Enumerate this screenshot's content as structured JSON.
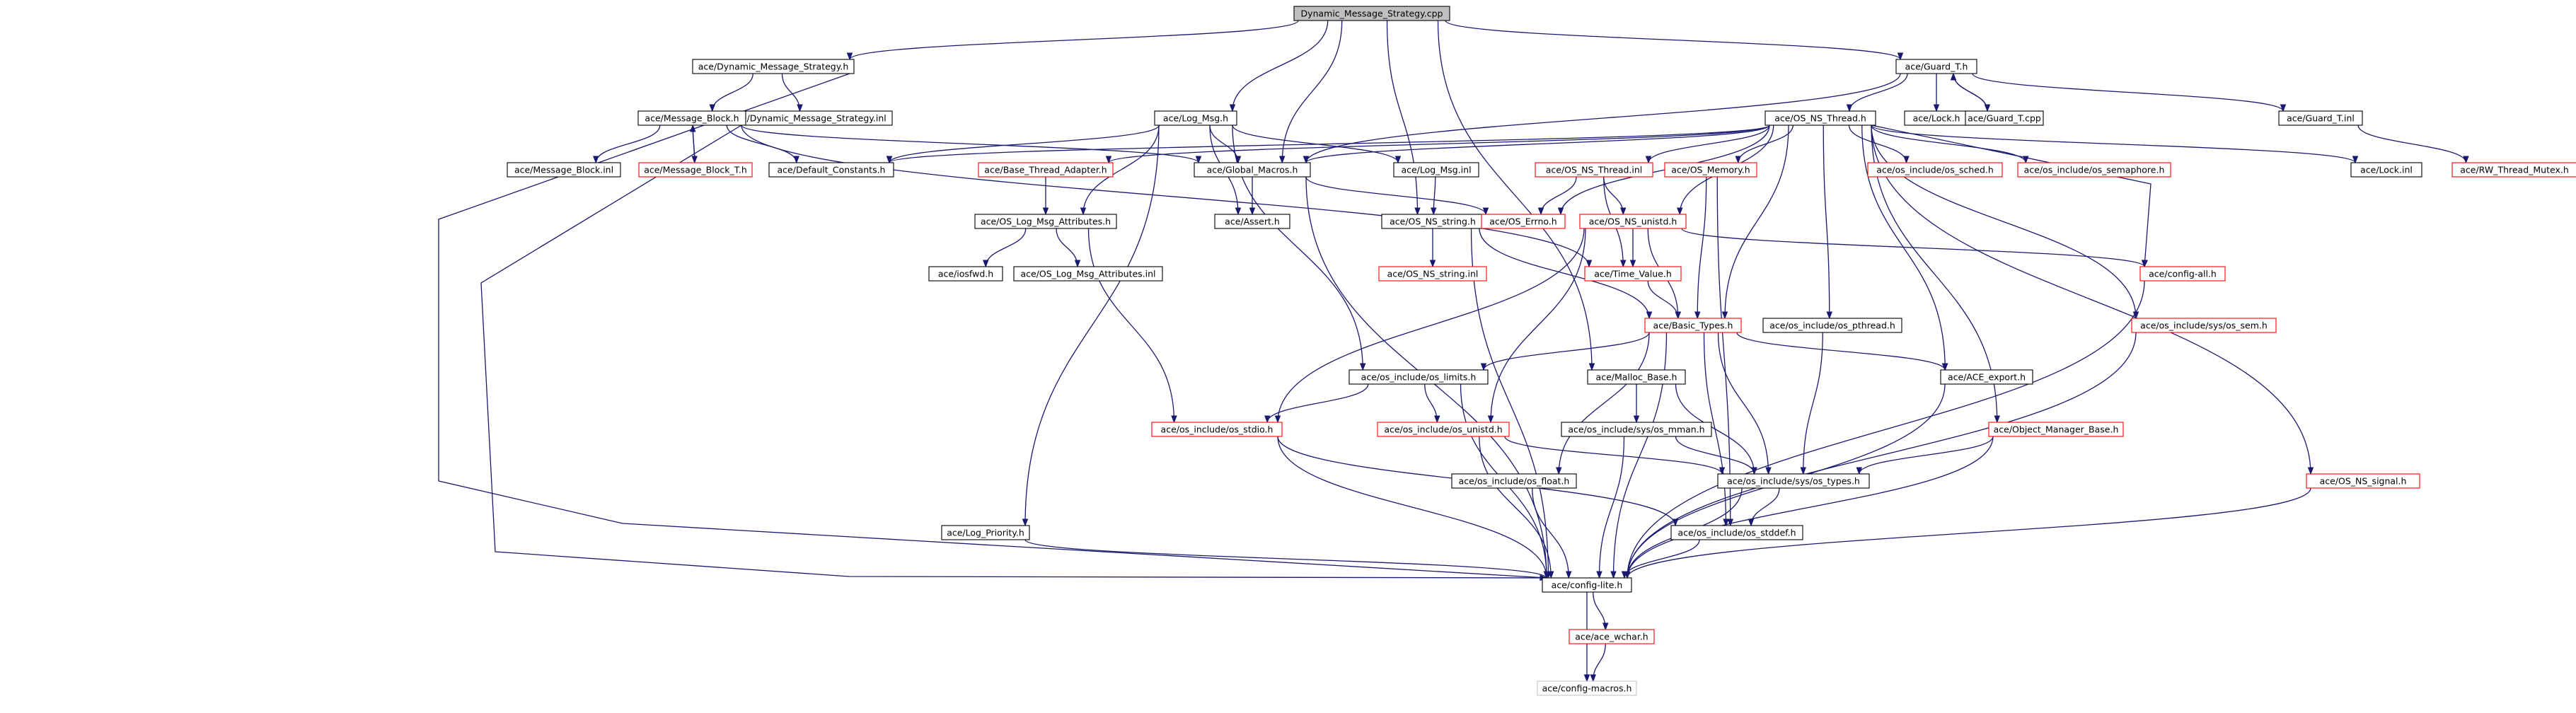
{
  "graph": {
    "nodes": [
      {
        "id": "root",
        "label": "Dynamic_Message_Strategy.cpp",
        "style": "root"
      },
      {
        "id": "dmsh",
        "label": "ace/Dynamic_Message_Strategy.h",
        "style": "normal"
      },
      {
        "id": "dmsinl",
        "label": "ace/Dynamic_Message_Strategy.inl",
        "style": "normal"
      },
      {
        "id": "mblock",
        "label": "ace/Message_Block.h",
        "style": "normal"
      },
      {
        "id": "mblockinl",
        "label": "ace/Message_Block.inl",
        "style": "normal"
      },
      {
        "id": "mblockt",
        "label": "ace/Message_Block_T.h",
        "style": "red"
      },
      {
        "id": "defconst",
        "label": "ace/Default_Constants.h",
        "style": "normal"
      },
      {
        "id": "logmsg",
        "label": "ace/Log_Msg.h",
        "style": "normal"
      },
      {
        "id": "bta",
        "label": "ace/Base_Thread_Adapter.h",
        "style": "red"
      },
      {
        "id": "globalmac",
        "label": "ace/Global_Macros.h",
        "style": "normal"
      },
      {
        "id": "logmsginl",
        "label": "ace/Log_Msg.inl",
        "style": "normal"
      },
      {
        "id": "oslogattr",
        "label": "ace/OS_Log_Msg_Attributes.h",
        "style": "normal"
      },
      {
        "id": "iosfwd",
        "label": "ace/iosfwd.h",
        "style": "normal"
      },
      {
        "id": "oslogattrinl",
        "label": "ace/OS_Log_Msg_Attributes.inl",
        "style": "normal"
      },
      {
        "id": "assert",
        "label": "ace/Assert.h",
        "style": "normal"
      },
      {
        "id": "osnsstring",
        "label": "ace/OS_NS_string.h",
        "style": "normal"
      },
      {
        "id": "osnsstringinl",
        "label": "ace/OS_NS_string.inl",
        "style": "red"
      },
      {
        "id": "guardt",
        "label": "ace/Guard_T.h",
        "style": "normal"
      },
      {
        "id": "osnsthread",
        "label": "ace/OS_NS_Thread.h",
        "style": "normal"
      },
      {
        "id": "lockh",
        "label": "ace/Lock.h",
        "style": "normal"
      },
      {
        "id": "guardtcpp",
        "label": "ace/Guard_T.cpp",
        "style": "normal"
      },
      {
        "id": "guardtinl",
        "label": "ace/Guard_T.inl",
        "style": "normal"
      },
      {
        "id": "osnsthreadinl",
        "label": "ace/OS_NS_Thread.inl",
        "style": "red"
      },
      {
        "id": "osmemory",
        "label": "ace/OS_Memory.h",
        "style": "red"
      },
      {
        "id": "oserrno",
        "label": "ace/OS_Errno.h",
        "style": "red"
      },
      {
        "id": "osnsunistd",
        "label": "ace/OS_NS_unistd.h",
        "style": "red"
      },
      {
        "id": "ossched",
        "label": "ace/os_include/os_sched.h",
        "style": "red"
      },
      {
        "id": "ossemaphore",
        "label": "ace/os_include/os_semaphore.h",
        "style": "red"
      },
      {
        "id": "lockinl",
        "label": "ace/Lock.inl",
        "style": "normal"
      },
      {
        "id": "rwmutex",
        "label": "ace/RW_Thread_Mutex.h",
        "style": "red"
      },
      {
        "id": "timevalue",
        "label": "ace/Time_Value.h",
        "style": "red"
      },
      {
        "id": "configall",
        "label": "ace/config-all.h",
        "style": "red"
      },
      {
        "id": "basictypes",
        "label": "ace/Basic_Types.h",
        "style": "red"
      },
      {
        "id": "ospthread",
        "label": "ace/os_include/os_pthread.h",
        "style": "normal"
      },
      {
        "id": "syssem",
        "label": "ace/os_include/sys/os_sem.h",
        "style": "red"
      },
      {
        "id": "oslimits",
        "label": "ace/os_include/os_limits.h",
        "style": "normal"
      },
      {
        "id": "mallocbase",
        "label": "ace/Malloc_Base.h",
        "style": "normal"
      },
      {
        "id": "aceexport",
        "label": "ace/ACE_export.h",
        "style": "normal"
      },
      {
        "id": "osstdio",
        "label": "ace/os_include/os_stdio.h",
        "style": "red"
      },
      {
        "id": "osunistd",
        "label": "ace/os_include/os_unistd.h",
        "style": "red"
      },
      {
        "id": "sysmman",
        "label": "ace/os_include/sys/os_mman.h",
        "style": "normal"
      },
      {
        "id": "objmgrbase",
        "label": "ace/Object_Manager_Base.h",
        "style": "red"
      },
      {
        "id": "osnssignal",
        "label": "ace/OS_NS_signal.h",
        "style": "red"
      },
      {
        "id": "osfloat",
        "label": "ace/os_include/os_float.h",
        "style": "normal"
      },
      {
        "id": "systypes",
        "label": "ace/os_include/sys/os_types.h",
        "style": "normal"
      },
      {
        "id": "logpriority",
        "label": "ace/Log_Priority.h",
        "style": "normal"
      },
      {
        "id": "osstddef",
        "label": "ace/os_include/os_stddef.h",
        "style": "normal"
      },
      {
        "id": "configlite",
        "label": "ace/config-lite.h",
        "style": "normal"
      },
      {
        "id": "acewchar",
        "label": "ace/ace_wchar.h",
        "style": "red"
      },
      {
        "id": "configmacros",
        "label": "ace/config-macros.h",
        "style": "plain"
      }
    ],
    "edges": [
      [
        "root",
        "dmsh"
      ],
      [
        "root",
        "logmsg"
      ],
      [
        "root",
        "guardt"
      ],
      [
        "root",
        "mallocbase"
      ],
      [
        "root",
        "osnsstring"
      ],
      [
        "root",
        "globalmac"
      ],
      [
        "dmsh",
        "mblock"
      ],
      [
        "dmsh",
        "dmsinl"
      ],
      [
        "dmsh",
        "configlite"
      ],
      [
        "mblock",
        "mblockinl"
      ],
      [
        "mblock",
        "mblockt"
      ],
      [
        "mblockt",
        "mblock"
      ],
      [
        "mblock",
        "defconst"
      ],
      [
        "mblock",
        "globalmac"
      ],
      [
        "mblock",
        "timevalue"
      ],
      [
        "mblock",
        "configlite"
      ],
      [
        "logmsg",
        "globalmac"
      ],
      [
        "logmsg",
        "logmsginl"
      ],
      [
        "logmsg",
        "assert"
      ],
      [
        "logmsg",
        "oslogattr"
      ],
      [
        "logmsg",
        "oslimits"
      ],
      [
        "logmsg",
        "logpriority"
      ],
      [
        "logmsg",
        "defconst"
      ],
      [
        "logmsginl",
        "osnsstring"
      ],
      [
        "globalmac",
        "assert"
      ],
      [
        "globalmac",
        "oserrno"
      ],
      [
        "globalmac",
        "configlite"
      ],
      [
        "bta",
        "oslogattr"
      ],
      [
        "oslogattr",
        "iosfwd"
      ],
      [
        "oslogattr",
        "oslogattrinl"
      ],
      [
        "oslogattr",
        "osstdio"
      ],
      [
        "guardt",
        "lockh"
      ],
      [
        "guardt",
        "guardtcpp"
      ],
      [
        "guardtcpp",
        "guardt"
      ],
      [
        "guardt",
        "guardtinl"
      ],
      [
        "guardt",
        "osnsthread"
      ],
      [
        "guardt",
        "globalmac"
      ],
      [
        "guardtinl",
        "rwmutex"
      ],
      [
        "osnsthread",
        "globalmac"
      ],
      [
        "osnsthread",
        "defconst"
      ],
      [
        "osnsthread",
        "bta"
      ],
      [
        "osnsthread",
        "osnsthreadinl"
      ],
      [
        "osnsthread",
        "osmemory"
      ],
      [
        "osnsthread",
        "ossched"
      ],
      [
        "osnsthread",
        "ossemaphore"
      ],
      [
        "osnsthread",
        "lockinl"
      ],
      [
        "osnsthread",
        "configall"
      ],
      [
        "osnsthread",
        "ospthread"
      ],
      [
        "osnsthread",
        "aceexport"
      ],
      [
        "osnsthread",
        "syssem"
      ],
      [
        "osnsthread",
        "objmgrbase"
      ],
      [
        "osnsthread",
        "osnssignal"
      ],
      [
        "osnsthread",
        "basictypes"
      ],
      [
        "osnsthread",
        "oserrno"
      ],
      [
        "osnsthread",
        "osnsunistd"
      ],
      [
        "osnsthreadinl",
        "osnsunistd"
      ],
      [
        "osnsthreadinl",
        "timevalue"
      ],
      [
        "osnsthreadinl",
        "oserrno"
      ],
      [
        "osmemory",
        "basictypes"
      ],
      [
        "osmemory",
        "osstddef"
      ],
      [
        "osnsunistd",
        "timevalue"
      ],
      [
        "osnsunistd",
        "configall"
      ],
      [
        "osnsunistd",
        "osunistd"
      ],
      [
        "osnsunistd",
        "osstdio"
      ],
      [
        "osnsunistd",
        "basictypes"
      ],
      [
        "osnsstring",
        "osnsstringinl"
      ],
      [
        "osnsstring",
        "basictypes"
      ],
      [
        "osnsstring",
        "configlite"
      ],
      [
        "timevalue",
        "basictypes"
      ],
      [
        "configall",
        "configlite"
      ],
      [
        "basictypes",
        "oslimits"
      ],
      [
        "basictypes",
        "aceexport"
      ],
      [
        "basictypes",
        "osfloat"
      ],
      [
        "basictypes",
        "systypes"
      ],
      [
        "basictypes",
        "osstddef"
      ],
      [
        "basictypes",
        "configlite"
      ],
      [
        "ospthread",
        "systypes"
      ],
      [
        "syssem",
        "configlite"
      ],
      [
        "oslimits",
        "osstdio"
      ],
      [
        "oslimits",
        "osunistd"
      ],
      [
        "oslimits",
        "configlite"
      ],
      [
        "mallocbase",
        "sysmman"
      ],
      [
        "mallocbase",
        "systypes"
      ],
      [
        "aceexport",
        "configlite"
      ],
      [
        "osstdio",
        "osstddef"
      ],
      [
        "osstdio",
        "configlite"
      ],
      [
        "osunistd",
        "systypes"
      ],
      [
        "osunistd",
        "configlite"
      ],
      [
        "sysmman",
        "systypes"
      ],
      [
        "sysmman",
        "configlite"
      ],
      [
        "objmgrbase",
        "systypes"
      ],
      [
        "objmgrbase",
        "configlite"
      ],
      [
        "osnssignal",
        "configlite"
      ],
      [
        "osfloat",
        "configlite"
      ],
      [
        "systypes",
        "osstddef"
      ],
      [
        "systypes",
        "configlite"
      ],
      [
        "logpriority",
        "configlite"
      ],
      [
        "osstddef",
        "configlite"
      ],
      [
        "configlite",
        "acewchar"
      ],
      [
        "configlite",
        "configmacros"
      ],
      [
        "acewchar",
        "configmacros"
      ]
    ]
  }
}
